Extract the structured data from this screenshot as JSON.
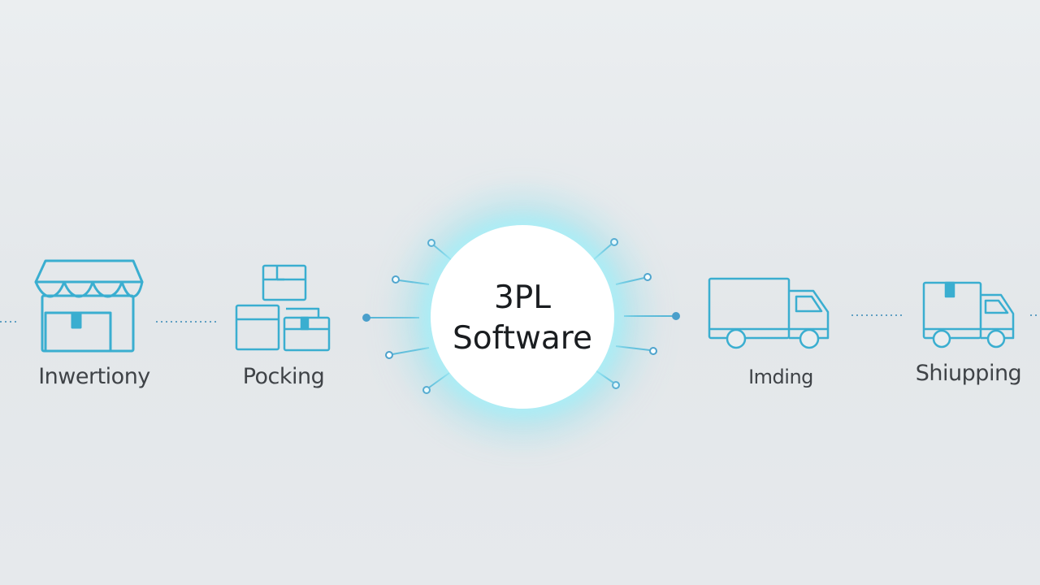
{
  "hub": {
    "line1": "3PL",
    "line2": "Software"
  },
  "stages": [
    {
      "id": "inventory",
      "label": "Inwertiony",
      "icon": "storefront-icon"
    },
    {
      "id": "packing",
      "label": "Pocking",
      "icon": "stacked-boxes-icon"
    },
    {
      "id": "moving",
      "label": "Imding",
      "icon": "delivery-truck-icon"
    },
    {
      "id": "shipping",
      "label": "Shiupping",
      "icon": "truck-with-package-icon"
    }
  ],
  "colors": {
    "icon_stroke": "#3aaed0",
    "connector": "#4aa3cc",
    "glow": "#a8eef6",
    "label_text": "#3f4347",
    "hub_text": "#1a1d20"
  }
}
